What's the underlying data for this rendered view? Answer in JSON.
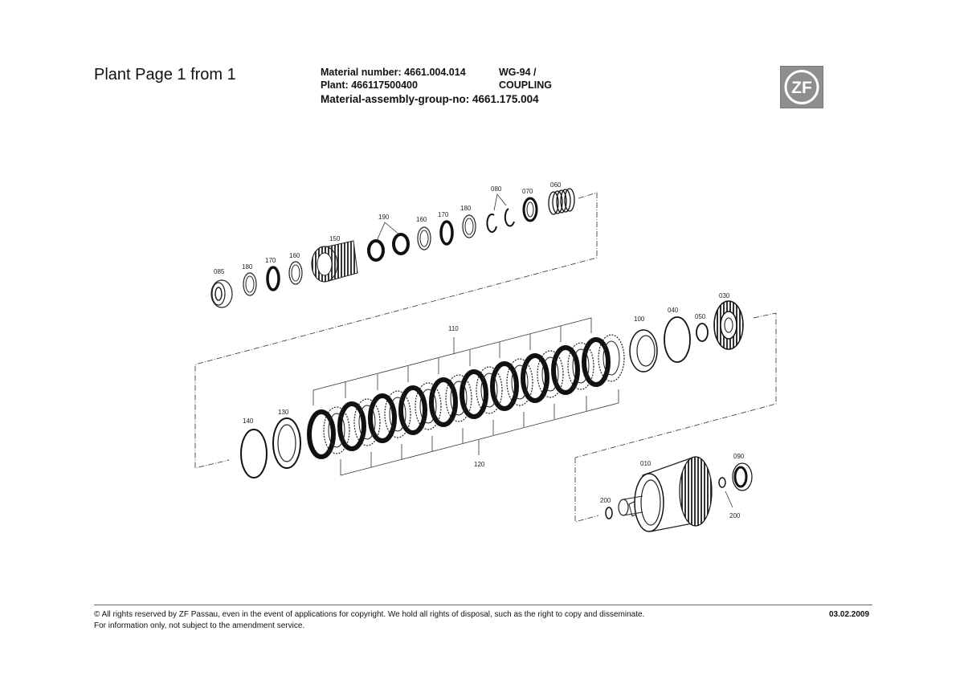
{
  "header": {
    "plant_page": "Plant Page 1 from 1",
    "material_number": "Material number: 4661.004.014",
    "plant": "Plant: 466117500400",
    "product_line1": "WG-94 /",
    "product_line2": "COUPLING",
    "assembly_group": "Material-assembly-group-no: 4661.175.004",
    "logo_text": "ZF"
  },
  "parts": {
    "p085": "085",
    "p180a": "180",
    "p170a": "170",
    "p160a": "160",
    "p150": "150",
    "p190": "190",
    "p160b": "160",
    "p170b": "170",
    "p180b": "180",
    "p080": "080",
    "p070": "070",
    "p060": "060",
    "p110": "110",
    "p120": "120",
    "p140": "140",
    "p130": "130",
    "p100": "100",
    "p040": "040",
    "p050": "050",
    "p030": "030",
    "p010": "010",
    "p090": "090",
    "p200a": "200",
    "p200b": "200"
  },
  "footer": {
    "copyright": "© All rights reserved by ZF Passau, even in the event of applications for copyright. We hold all rights of disposal, such as the right to copy and disseminate.",
    "info": "For information only, not subject to the amendment service.",
    "date": "03.02.2009"
  }
}
